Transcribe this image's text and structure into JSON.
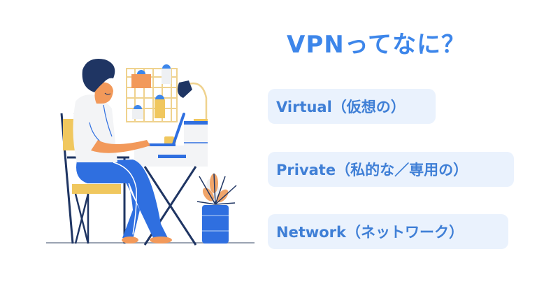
{
  "title": "VPNってなに？",
  "items": [
    {
      "label": "Virtual（仮想の）"
    },
    {
      "label": "Private（私的な／専用の）"
    },
    {
      "label": "Network（ネットワーク）"
    }
  ],
  "colors": {
    "title": "#3d86ea",
    "pill_text": "#3f7fd6",
    "pill_bg": "#eaf2fd",
    "navy": "#1f3563",
    "blue": "#2f6fe0",
    "orange": "#f2995a",
    "yellow": "#f0c75e",
    "white_shirt": "#f3f4f6"
  },
  "illustration": {
    "description": "person working at laptop on desk with pegboard, desk lamp and potted plant"
  }
}
